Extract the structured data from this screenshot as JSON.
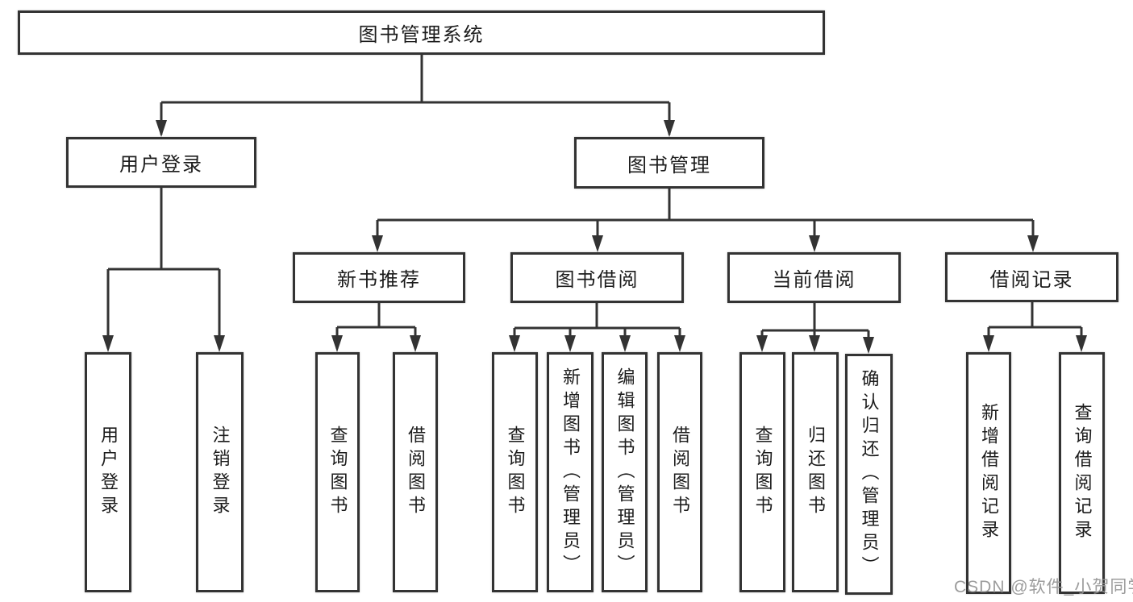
{
  "diagram_title": "图书管理系统",
  "colors": {
    "line": "#333333",
    "box_fill": "#ffffff",
    "text": "#1c1c1c",
    "watermark": "#949494",
    "background": "#ffffff"
  },
  "tree": {
    "root": {
      "label": "图书管理系统"
    },
    "level1": [
      {
        "label": "用户登录",
        "children": [
          "用户登录",
          "注销登录"
        ]
      },
      {
        "label": "图书管理"
      }
    ],
    "level2": [
      {
        "label": "新书推荐",
        "children": [
          "查询图书",
          "借阅图书"
        ]
      },
      {
        "label": "图书借阅",
        "children": [
          "查询图书",
          "新增图书（管理员）",
          "编辑图书（管理员）",
          "借阅图书"
        ]
      },
      {
        "label": "当前借阅",
        "children": [
          "查询图书",
          "归还图书",
          "确认归还（管理员）"
        ]
      },
      {
        "label": "借阅记录",
        "children": [
          "新增借阅记录",
          "查询借阅记录"
        ]
      }
    ]
  },
  "watermark": {
    "text": "CSDN @软件_小贺同学"
  }
}
